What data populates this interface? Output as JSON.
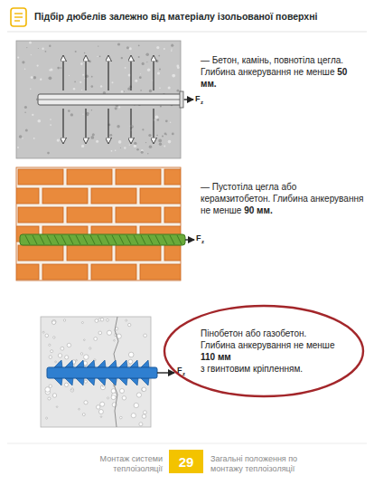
{
  "diagram": {
    "title": "Підбір дюбелів залежно від матеріалу ізольованої поверхні",
    "nodes": [
      {
        "text": [
          "Пінобетон або газобетон. Глибина анкерування не менше",
          "110 мм",
          "з гвинтовим кріпленням."
        ]
      },
      {
        "text": [
          "29"
        ]
      }
    ],
    "labels": [
      "— Бетон, камінь, повнотіла цегла. Глибина анкерування не менше",
      "50 мм.",
      "F",
      "z",
      "— Пустотіла цегла або керамзитобетон. Глибина анкерування не менше",
      "90 мм.",
      "F",
      "z",
      "F",
      "z",
      "Монтаж системи теплоізоляції",
      "Загальні положення по монтажу теплоізоляції"
    ]
  }
}
